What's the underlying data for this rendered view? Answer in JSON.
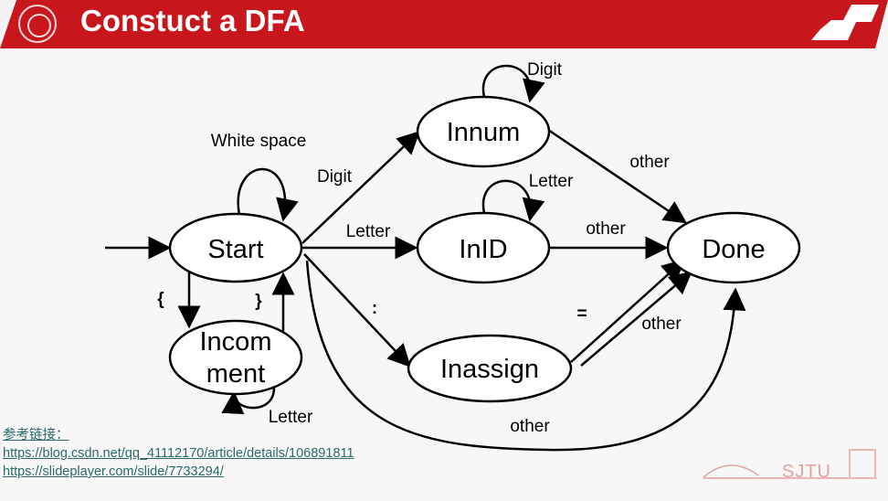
{
  "header": {
    "title": "Constuct a DFA",
    "logo": "sjtu-seal",
    "brand_color": "#c8161d"
  },
  "diagram": {
    "states": {
      "start": "Start",
      "incomment_1": "Incom",
      "incomment_2": "ment",
      "innum": "Innum",
      "inid": "InID",
      "inassign": "Inassign",
      "done": "Done"
    },
    "labels": {
      "start_loop": "White space",
      "start_innum": "Digit",
      "start_inid": "Letter",
      "start_inassign": ":",
      "start_done": "other",
      "start_incomment": "{",
      "incomment_start": "}",
      "incomment_loop": "Letter",
      "innum_loop": "Digit",
      "innum_done": "other",
      "inid_loop": "Letter",
      "inid_done": "other",
      "inassign_eq": "=",
      "inassign_done": "other"
    }
  },
  "references": {
    "heading": "参考链接：",
    "links": [
      "https://blog.csdn.net/qq_41112170/article/details/106891811",
      "https://slideplayer.com/slide/7733294/"
    ]
  },
  "footer": {
    "logo_text": "SJTU"
  }
}
